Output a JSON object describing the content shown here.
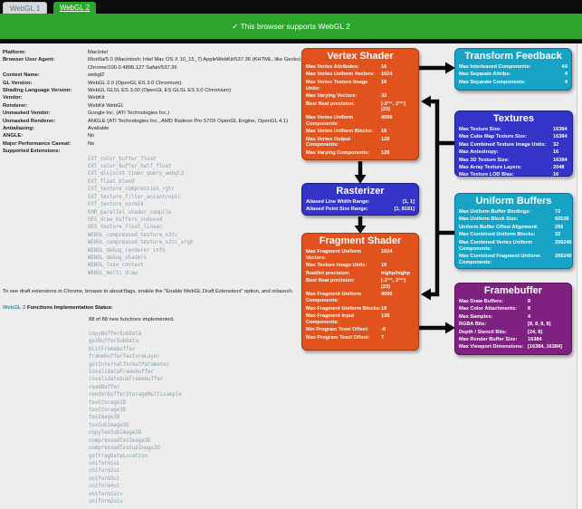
{
  "tabs": [
    {
      "label": "WebGL 1",
      "active": false
    },
    {
      "label": "WebGL 2",
      "active": true
    }
  ],
  "banner": {
    "text": "✓ This browser supports WebGL 2"
  },
  "info": {
    "rows": [
      {
        "label": "Platform:",
        "value": "MacIntel"
      },
      {
        "label": "Browser User Agent:",
        "value": "Mozilla/5.0 (Macintosh; Intel Mac OS X 10_15_7) AppleWebKit/537.36 (KHTML, like Gecko) Chrome/100.0.4896.127 Safari/537.36"
      },
      {
        "label": "Context Name:",
        "value": "webgl2"
      },
      {
        "label": "GL Version:",
        "value": "WebGL 2.0 (OpenGL ES 3.0 Chromium)"
      },
      {
        "label": "Shading Language Version:",
        "value": "WebGL GLSL ES 3.00 (OpenGL ES GLSL ES 3.0 Chromium)"
      },
      {
        "label": "Vendor:",
        "value": "WebKit"
      },
      {
        "label": "Renderer:",
        "value": "WebKit WebGL"
      },
      {
        "label": "Unmasked Vendor:",
        "value": "Google Inc. (ATI Technologies Inc.)"
      },
      {
        "label": "Unmasked Renderer:",
        "value": "ANGLE (ATI Technologies Inc., AMD Radeon Pro 570X OpenGL Engine, OpenGL 4.1)"
      },
      {
        "label": "Antialiasing:",
        "value": "Available"
      },
      {
        "label": "ANGLE:",
        "value": "No"
      },
      {
        "label": "Major Performance Caveat:",
        "value": "No"
      }
    ],
    "extensions_label": "Supported Extensions:",
    "extensions": [
      "EXT_color_buffer_float",
      "EXT_color_buffer_half_float",
      "EXT_disjoint_timer_query_webgl2",
      "EXT_float_blend",
      "EXT_texture_compression_rgtc",
      "EXT_texture_filter_anisotropic",
      "EXT_texture_norm16",
      "KHR_parallel_shader_compile",
      "OES_draw_buffers_indexed",
      "OES_texture_float_linear",
      "WEBGL_compressed_texture_s3tc",
      "WEBGL_compressed_texture_s3tc_srgb",
      "WEBGL_debug_renderer_info",
      "WEBGL_debug_shaders",
      "WEBGL_lose_context",
      "WEBGL_multi_draw"
    ]
  },
  "draft_note": "To see draft extensions in Chrome, browse to about:flags, enable the \"Enable WebGL Draft Extensions\" option, and relaunch.",
  "status": {
    "webgl2": "WebGL 2",
    "heading": " Functions Implementation Status:",
    "count": "88 of 88 new functions implemented.",
    "functions": [
      "copyBufferSubData",
      "getBufferSubData",
      "blitFramebuffer",
      "framebufferTextureLayer",
      "getInternalformatParameter",
      "invalidateFramebuffer",
      "invalidateSubFramebuffer",
      "readBuffer",
      "renderbufferStorageMultisample",
      "texStorage2D",
      "texStorage3D",
      "texImage3D",
      "texSubImage3D",
      "copyTexSubImage3D",
      "compressedTexImage3D",
      "compressedTexSubImage3D",
      "getFragDataLocation",
      "uniform1ui",
      "uniform2ui",
      "uniform3ui",
      "uniform4ui",
      "uniform1uiv",
      "uniform2uiv"
    ]
  },
  "diagram": {
    "boxes": [
      {
        "title": "Vertex Shader",
        "rows": [
          {
            "label": "Max Vertex Attributes:",
            "value": "16"
          },
          {
            "label": "Max Vertex Uniform Vectors:",
            "value": "1024"
          },
          {
            "label": "Max Vertex Texture Image Units:",
            "value": "16"
          },
          {
            "label": "Max Varying Vectors:",
            "value": "32"
          },
          {
            "label": "Best float precision:",
            "value": "[-2¹²⁷, 2¹²⁷]\n(23)"
          },
          {
            "label": "Max Vertex Uniform Components:",
            "value": "4096"
          },
          {
            "label": "Max Vertex Uniform Blocks:",
            "value": "16"
          },
          {
            "label": "Max Vertex Output Components:",
            "value": "128"
          },
          {
            "label": "Max Varying Components:",
            "value": "128"
          }
        ]
      },
      {
        "title": "Transform Feedback",
        "rows": [
          {
            "label": "Max Interleaved Components:",
            "value": "64"
          },
          {
            "label": "Max Separate Attribs:",
            "value": "4"
          },
          {
            "label": "Max Separate Components:",
            "value": "4"
          }
        ]
      },
      {
        "title": "Textures",
        "rows": [
          {
            "label": "Max Texture Size:",
            "value": "16384"
          },
          {
            "label": "Max Cube Map Texture Size:",
            "value": "16384"
          },
          {
            "label": "Max Combined Texture Image Units:",
            "value": "32"
          },
          {
            "label": "Max Anisotropy:",
            "value": "16"
          },
          {
            "label": "Max 3D Texture Size:",
            "value": "16384"
          },
          {
            "label": "Max Array Texture Layers:",
            "value": "2048"
          },
          {
            "label": "Max Texture LOD Bias:",
            "value": "16"
          }
        ]
      },
      {
        "title": "Rasterizer",
        "rows": [
          {
            "label": "Aliased Line Width Range:",
            "value": "[1, 1]"
          },
          {
            "label": "Aliased Point Size Range:",
            "value": "[1, 8191]"
          }
        ]
      },
      {
        "title": "Fragment Shader",
        "rows": [
          {
            "label": "Max Fragment Uniform Vectors:",
            "value": "1024"
          },
          {
            "label": "Max Texture Image Units:",
            "value": "16"
          },
          {
            "label": "float/int precision:",
            "value": "highp/highp"
          },
          {
            "label": "Best float precision:",
            "value": "[-2¹²⁷, 2¹²⁷]\n(23)"
          },
          {
            "label": "Max Fragment Uniform Components:",
            "value": "4096"
          },
          {
            "label": "Max Fragment Uniform Blocks:",
            "value": "16"
          },
          {
            "label": "Max Fragment Input Components:",
            "value": "128"
          },
          {
            "label": "Min Program Texel Offset:",
            "value": "-8"
          },
          {
            "label": "Max Program Texel Offset:",
            "value": "7"
          }
        ]
      },
      {
        "title": "Uniform Buffers",
        "rows": [
          {
            "label": "Max Uniform Buffer Bindings:",
            "value": "72"
          },
          {
            "label": "Max Uniform Block Size:",
            "value": "65536"
          },
          {
            "label": "Uniform Buffer Offset Alignment:",
            "value": "256"
          },
          {
            "label": "Max Combined Uniform Blocks:",
            "value": "32"
          },
          {
            "label": "Max Combined Vertex Uniform Components:",
            "value": "266240"
          },
          {
            "label": "Max Combined Fragment Uniform Components:",
            "value": "266240"
          }
        ]
      },
      {
        "title": "Framebuffer",
        "rows": [
          {
            "label": "Max Draw Buffers:",
            "value": "8"
          },
          {
            "label": "Max Color Attachments:",
            "value": "8"
          },
          {
            "label": "Max Samples:",
            "value": "4"
          },
          {
            "label": "RGBA Bits:",
            "value": "[8, 8, 8, 8]"
          },
          {
            "label": "Depth / Stencil Bits:",
            "value": "[24, 8]"
          },
          {
            "label": "Max Render Buffer Size:",
            "value": "16384"
          },
          {
            "label": "Max Viewport Dimensions:",
            "value": "[16384, 16384]"
          }
        ]
      }
    ]
  },
  "colors": {
    "green": "#2BA62B",
    "orange": "#E1521D",
    "blue": "#3434C8",
    "teal": "#17A3C6",
    "purple": "#7E2180",
    "link_text": "#86A2AD",
    "page_bg": "#EDEDED",
    "bar_black": "#0c0c0c"
  }
}
